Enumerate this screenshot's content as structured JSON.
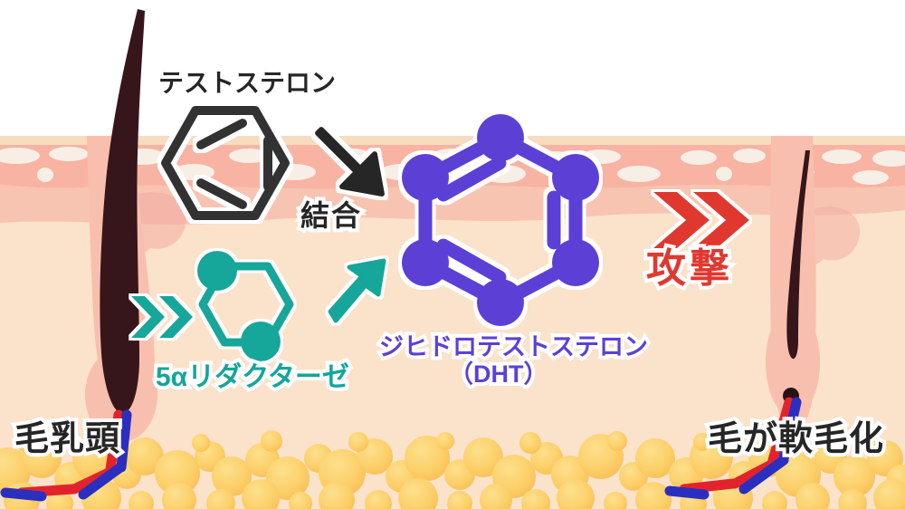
{
  "diagram": {
    "title_context": "AGA hair loss mechanism illustration",
    "labels": {
      "testosterone": "テストステロン",
      "binding": "結合",
      "five_alpha_reductase": "5αリダクターゼ",
      "dht_line1": "ジヒドロテストステロン",
      "dht_line2": "（DHT）",
      "attack": "攻撃",
      "hair_papilla": "毛乳頭",
      "hair_thinning": "毛が軟毛化"
    },
    "icons": {
      "testosterone_molecule": "hexagon-benzene-ring-icon",
      "black_arrow": "arrow-down-right-icon",
      "teal_chevrons": "double-chevron-right-icon",
      "teal_arrow": "arrow-up-right-icon",
      "enzyme_molecule": "hexagon-molecule-icon",
      "dht_molecule": "hexagon-node-molecule-icon",
      "red_chevrons": "double-chevron-right-icon",
      "left_hair": "thick-hair-follicle-icon",
      "right_hair": "thin-hair-follicle-icon",
      "fat_layer": "fat-cells-icon",
      "blood_vessels": "artery-vein-icon"
    },
    "colors": {
      "background": "#ffffff",
      "skin_surface": "#f9dfc6",
      "epidermis": "#f7b6a8",
      "dermis": "#fbe0c8",
      "fat_cell": "#fcd46a",
      "hair_dark": "#3a1216",
      "follicle_pink": "#f7bfae",
      "teal": "#12a69a",
      "purple": "#5b41d6",
      "red": "#e0392f",
      "black": "#262626",
      "artery_red": "#e3232b",
      "vein_blue": "#2b2fbf"
    }
  }
}
